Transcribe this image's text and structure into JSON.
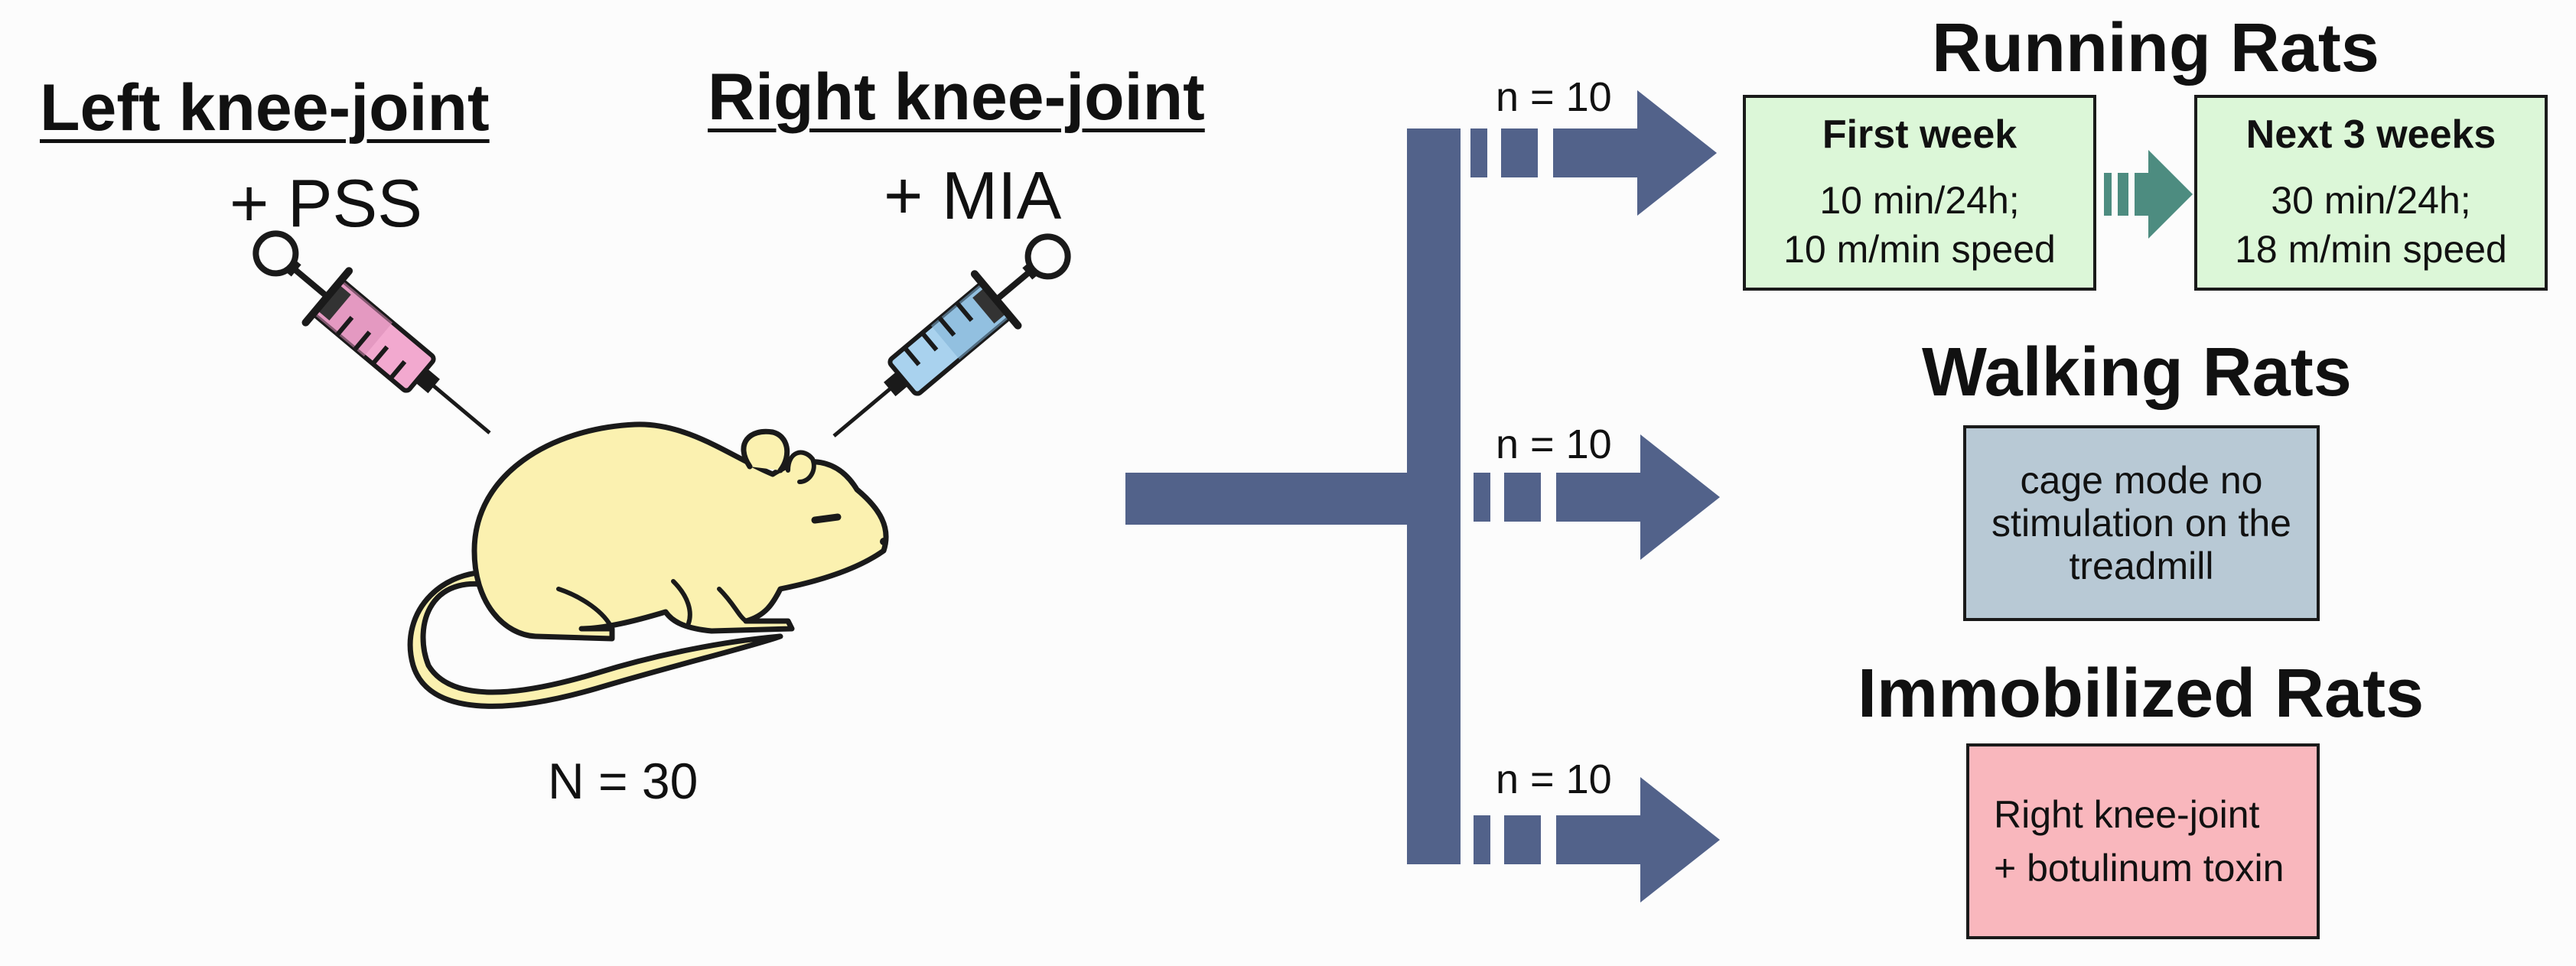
{
  "left_joint": {
    "heading": "Left knee-joint",
    "injection": "+ PSS",
    "syringe_color": "#f2a9cf"
  },
  "right_joint": {
    "heading": "Right knee-joint",
    "injection": "+ MIA",
    "syringe_color": "#a9d2ee"
  },
  "total": "N = 30",
  "colors": {
    "flow": "#52628a",
    "rat_fill": "#fbf1b0",
    "week_arrow": "#4d8c80"
  },
  "groups": [
    {
      "n": "n = 10",
      "title": "Running Rats",
      "phases": [
        {
          "title": "First week",
          "lines": [
            "10 min/24h;",
            "10 m/min speed"
          ]
        },
        {
          "title": "Next 3 weeks",
          "lines": [
            "30 min/24h;",
            "18 m/min speed"
          ]
        }
      ],
      "color": "#dcf7d8"
    },
    {
      "n": "n = 10",
      "title": "Walking Rats",
      "lines": [
        "cage mode no",
        "stimulation on the",
        "treadmill"
      ],
      "color": "#b8c9d5"
    },
    {
      "n": "n = 10",
      "title": "Immobilized Rats",
      "lines": [
        "Right knee-joint",
        "+ botulinum toxin"
      ],
      "color": "#f9b7bd"
    }
  ]
}
